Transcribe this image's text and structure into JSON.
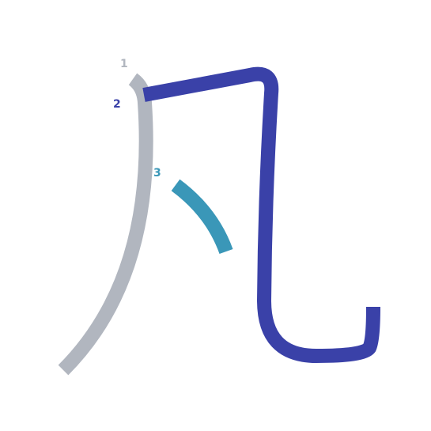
{
  "character": "凡",
  "strokes": [
    {
      "number": "1",
      "color": "#b1b6bf"
    },
    {
      "number": "2",
      "color": "#3a41a8"
    },
    {
      "number": "3",
      "color": "#3a97b8"
    }
  ]
}
